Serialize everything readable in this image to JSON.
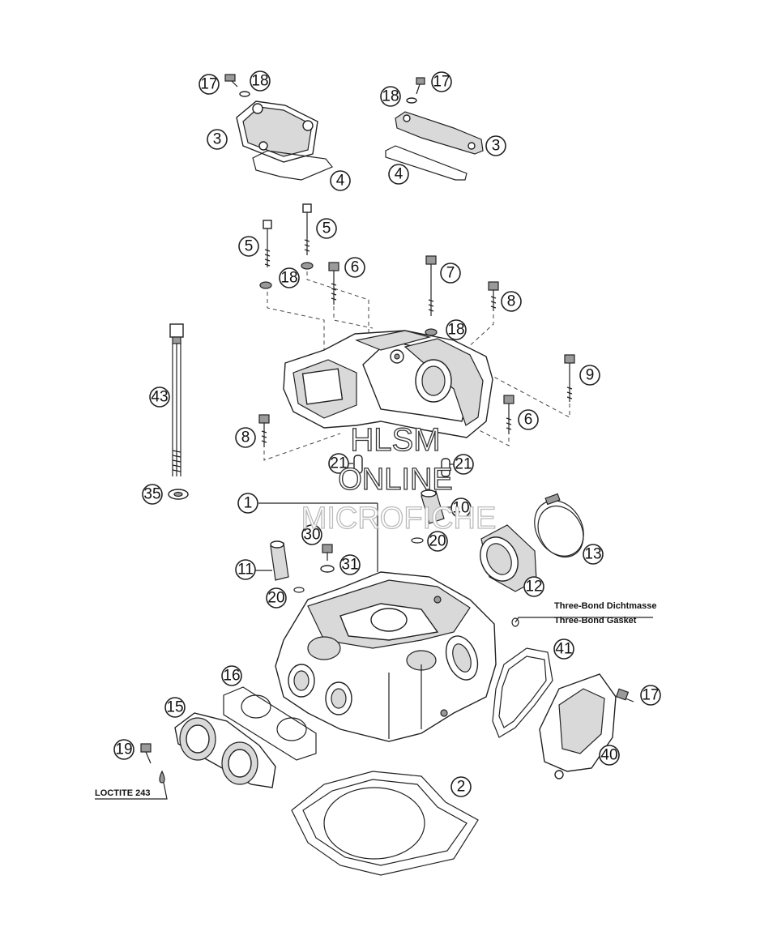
{
  "callouts": [
    {
      "id": "c17a",
      "label": "17"
    },
    {
      "id": "c18a",
      "label": "18"
    },
    {
      "id": "c3a",
      "label": "3"
    },
    {
      "id": "c4a",
      "label": "4"
    },
    {
      "id": "c18b",
      "label": "18"
    },
    {
      "id": "c17b",
      "label": "17"
    },
    {
      "id": "c3b",
      "label": "3"
    },
    {
      "id": "c4b",
      "label": "4"
    },
    {
      "id": "c5a",
      "label": "5"
    },
    {
      "id": "c5b",
      "label": "5"
    },
    {
      "id": "c18c",
      "label": "18"
    },
    {
      "id": "c6a",
      "label": "6"
    },
    {
      "id": "c7",
      "label": "7"
    },
    {
      "id": "c8a",
      "label": "8"
    },
    {
      "id": "c18d",
      "label": "18"
    },
    {
      "id": "c9",
      "label": "9"
    },
    {
      "id": "c43",
      "label": "43"
    },
    {
      "id": "c6b",
      "label": "6"
    },
    {
      "id": "c8b",
      "label": "8"
    },
    {
      "id": "c21a",
      "label": "21"
    },
    {
      "id": "c21b",
      "label": "21"
    },
    {
      "id": "c35",
      "label": "35"
    },
    {
      "id": "c1",
      "label": "1"
    },
    {
      "id": "c10",
      "label": "10"
    },
    {
      "id": "c30",
      "label": "30"
    },
    {
      "id": "c20a",
      "label": "20"
    },
    {
      "id": "c13",
      "label": "13"
    },
    {
      "id": "c31",
      "label": "31"
    },
    {
      "id": "c11",
      "label": "11"
    },
    {
      "id": "c12",
      "label": "12"
    },
    {
      "id": "c20b",
      "label": "20"
    },
    {
      "id": "c41",
      "label": "41"
    },
    {
      "id": "c16",
      "label": "16"
    },
    {
      "id": "c17c",
      "label": "17"
    },
    {
      "id": "c15",
      "label": "15"
    },
    {
      "id": "c40",
      "label": "40"
    },
    {
      "id": "c19",
      "label": "19"
    },
    {
      "id": "c2",
      "label": "2"
    }
  ],
  "notes": {
    "three_bond_de": "Three-Bond Dichtmasse",
    "three_bond_en": "Three-Bond Gasket",
    "loctite": "LOCTITE 243"
  },
  "watermark": {
    "line1": "HLSM",
    "line2": "ONLINE",
    "line3": "MICROFICHE"
  },
  "colors": {
    "ink": "#222222",
    "background": "#ffffff"
  }
}
